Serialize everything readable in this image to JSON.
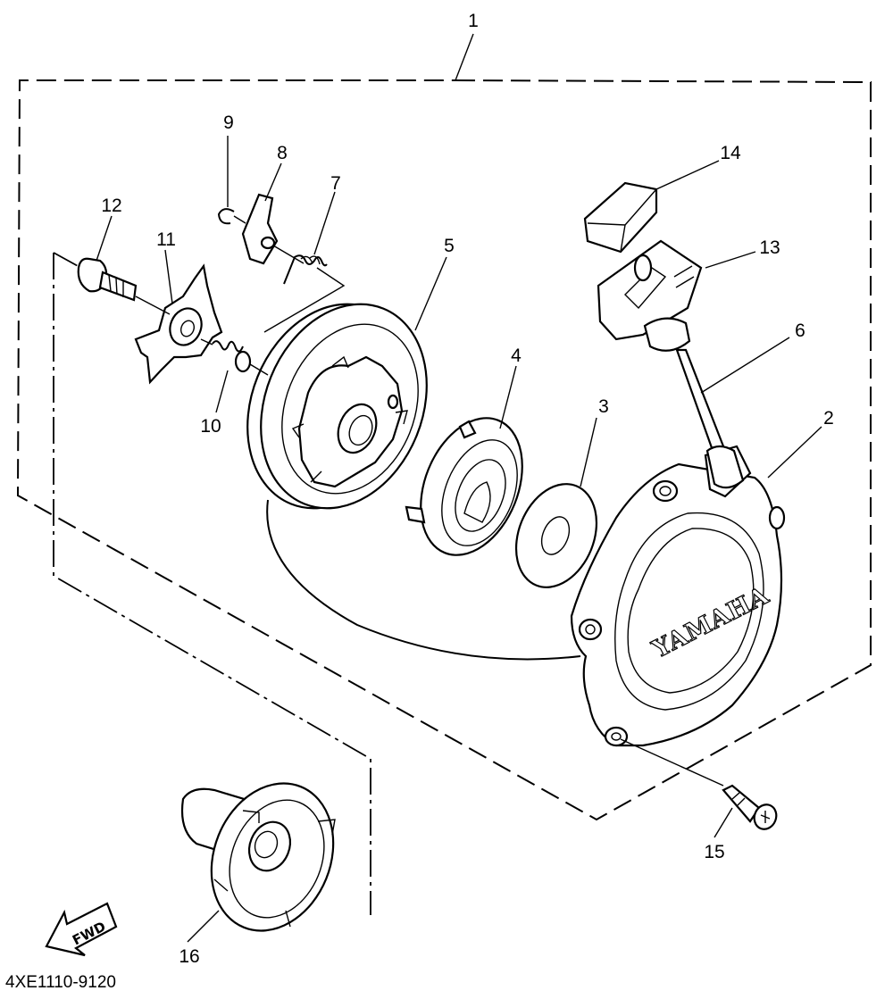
{
  "diagram": {
    "drawing_code": "4XE1110-9120",
    "brand_text": "YAMAHA",
    "fwd_text": "FWD",
    "callouts": {
      "c1": "1",
      "c2": "2",
      "c3": "3",
      "c4": "4",
      "c5": "5",
      "c6": "6",
      "c7": "7",
      "c8": "8",
      "c9": "9",
      "c10": "10",
      "c11": "11",
      "c12": "12",
      "c13": "13",
      "c14": "14",
      "c15": "15",
      "c16": "16"
    }
  }
}
